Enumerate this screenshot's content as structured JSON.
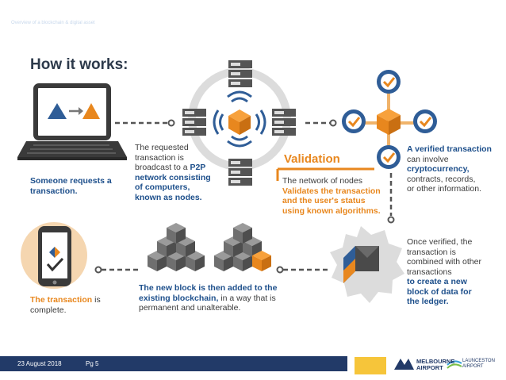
{
  "header": {
    "faint_text": "Overview of a blockchain & digital asset"
  },
  "title": "How it works:",
  "steps": {
    "request": {
      "line1": "Someone requests a",
      "line2": "transaction."
    },
    "broadcast": {
      "l1": "The requested",
      "l2": "transaction is",
      "l3a": "broadcast to a ",
      "l3b": "P2P",
      "l4": "network consisting",
      "l5": "of computers,",
      "l6": "known as nodes."
    },
    "validation": {
      "heading": "Validation",
      "l1": "The network of nodes",
      "l2": "Validates the transaction",
      "l3": "and the user's status",
      "l4": "using known algorithms."
    },
    "verified": {
      "l1": "A verified transaction",
      "l2": "can involve",
      "l3": "cryptocurrency,",
      "l4": "contracts, records,",
      "l5": "or other information."
    },
    "combined": {
      "l1": "Once verified, the",
      "l2": "transaction is",
      "l3": "combined with other",
      "l4": "transactions",
      "l5": "to create a new",
      "l6": "block of data for",
      "l7": "the ledger."
    },
    "added": {
      "l1": "The new block is then added to the",
      "l2a": "existing blockchain,",
      "l2b": " in a way that is",
      "l3": "permanent and unalterable."
    },
    "complete": {
      "l1a": "The transaction",
      "l1b": " is",
      "l2": "complete."
    }
  },
  "footer": {
    "date": "23 August 2018",
    "page": "Pg 5",
    "logo_melbourne_1": "MELBOURNE",
    "logo_melbourne_2": "AIRPORT",
    "logo_launceston_1": "LAUNCESTON",
    "logo_launceston_2": "AIRPORT"
  },
  "colors": {
    "orange": "#e8871e",
    "blue": "#1d4f8b",
    "dark": "#2d3a4b",
    "footer": "#223a68",
    "ring": "#dcdcdc"
  }
}
